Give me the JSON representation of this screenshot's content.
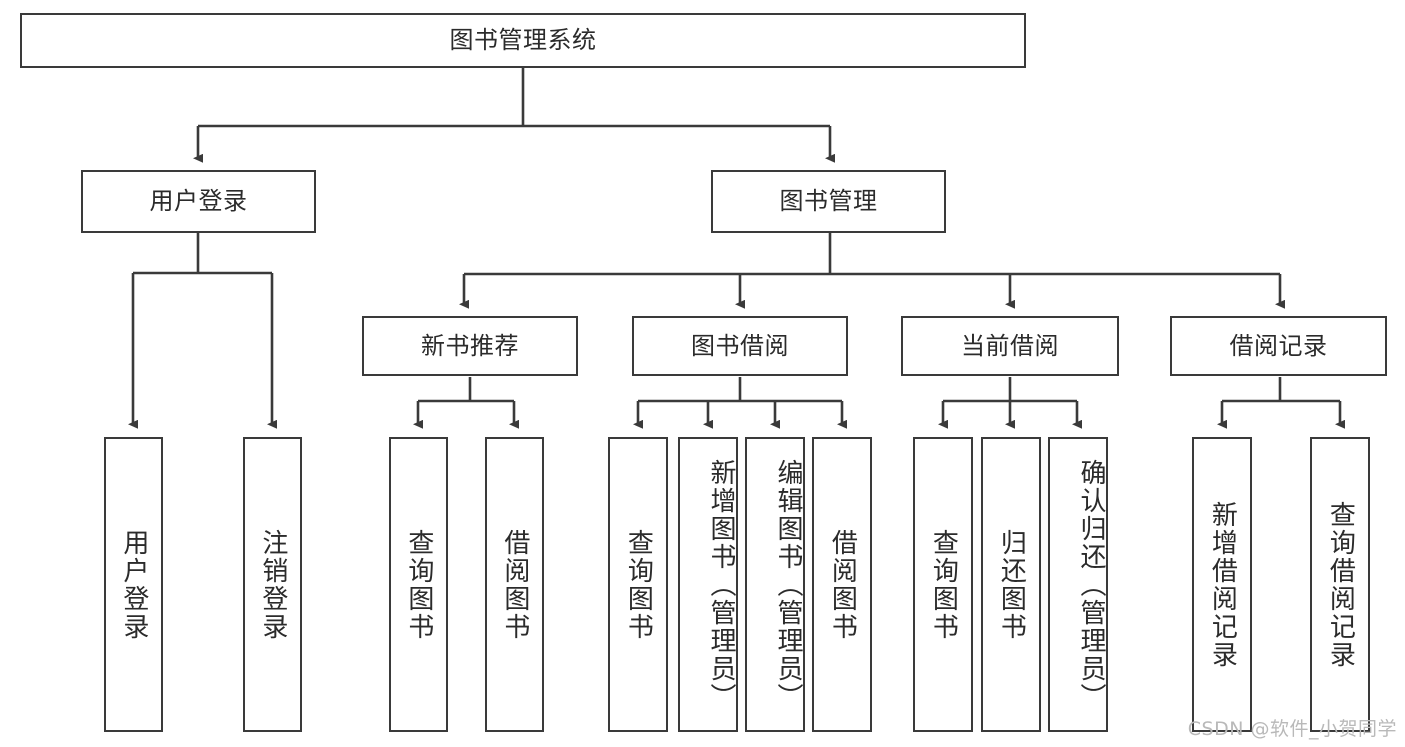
{
  "diagram": {
    "title": "图书管理系统",
    "root": {
      "label": "图书管理系统"
    },
    "level2": [
      {
        "label": "用户登录"
      },
      {
        "label": "图书管理"
      }
    ],
    "level3": [
      {
        "label": "新书推荐"
      },
      {
        "label": "图书借阅"
      },
      {
        "label": "当前借阅"
      },
      {
        "label": "借阅记录"
      }
    ],
    "leaves": {
      "user_login": [
        {
          "label": "用户登录"
        },
        {
          "label": "注销登录"
        }
      ],
      "new_book_recommend": [
        {
          "label": "查询图书"
        },
        {
          "label": "借阅图书"
        }
      ],
      "book_borrow": [
        {
          "label": "查询图书"
        },
        {
          "label": "新增图书（管理员）"
        },
        {
          "label": "编辑图书（管理员）"
        },
        {
          "label": "借阅图书"
        }
      ],
      "current_borrow": [
        {
          "label": "查询图书"
        },
        {
          "label": "归还图书"
        },
        {
          "label": "确认归还（管理员）"
        }
      ],
      "borrow_records": [
        {
          "label": "新增借阅记录"
        },
        {
          "label": "查询借阅记录"
        }
      ]
    }
  },
  "watermark": {
    "text": "CSDN @软件_小贺同学"
  },
  "colors": {
    "border": "#3a3a3a",
    "text": "#2b2b2b",
    "background": "#ffffff",
    "watermark": "#b9b9b9"
  }
}
